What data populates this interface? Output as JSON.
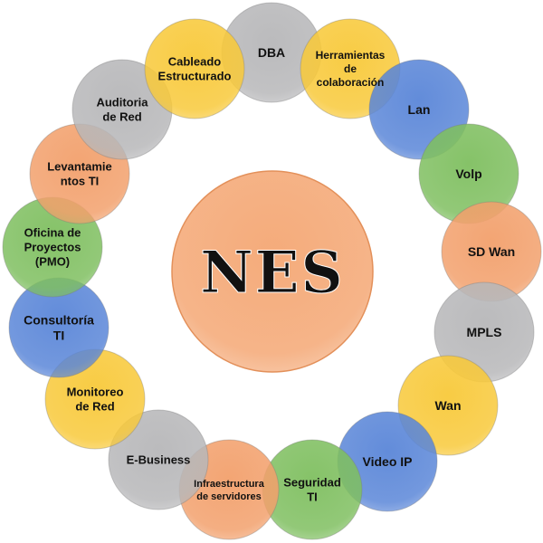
{
  "center": {
    "label": "NES",
    "color": "#f4a774"
  },
  "nodes": [
    {
      "lines": [
        "DBA"
      ],
      "color": "#b7b7b9"
    },
    {
      "lines": [
        "Herramientas",
        "de",
        "colaboración"
      ],
      "color": "#f8c93a"
    },
    {
      "lines": [
        "Lan"
      ],
      "color": "#5a86d8"
    },
    {
      "lines": [
        "Volp"
      ],
      "color": "#7fbf60"
    },
    {
      "lines": [
        "SD Wan"
      ],
      "color": "#f2a06c"
    },
    {
      "lines": [
        "MPLS"
      ],
      "color": "#b7b7b9"
    },
    {
      "lines": [
        "Wan"
      ],
      "color": "#f8c93a"
    },
    {
      "lines": [
        "Video IP"
      ],
      "color": "#5a86d8"
    },
    {
      "lines": [
        "Seguridad",
        "TI"
      ],
      "color": "#7fbf60"
    },
    {
      "lines": [
        "Infraestructura",
        "de servidores"
      ],
      "color": "#f2a06c"
    },
    {
      "lines": [
        "E-Business"
      ],
      "color": "#b7b7b9"
    },
    {
      "lines": [
        "Monitoreo",
        "de Red"
      ],
      "color": "#f8c93a"
    },
    {
      "lines": [
        "Consultoría",
        "TI"
      ],
      "color": "#5a86d8"
    },
    {
      "lines": [
        "Oficina de",
        "Proyectos",
        "(PMO)"
      ],
      "color": "#7fbf60"
    },
    {
      "lines": [
        "Levantamie",
        "ntos TI"
      ],
      "color": "#f2a06c"
    },
    {
      "lines": [
        "Auditoria",
        "de Red"
      ],
      "color": "#b7b7b9"
    },
    {
      "lines": [
        "Cableado",
        "Estructurado"
      ],
      "color": "#f8c93a"
    }
  ]
}
